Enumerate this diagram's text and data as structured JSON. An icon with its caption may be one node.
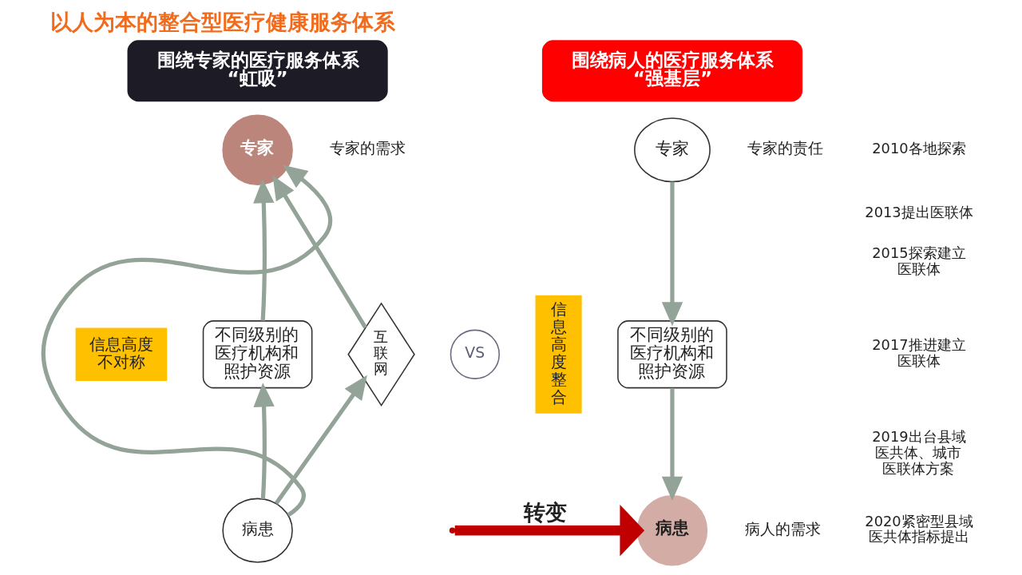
{
  "diagram": {
    "title": "以人为本的整合型医疗健康服务体系",
    "nodes": [
      {
        "text": [
          "围绕专家的医疗服务体系“虹吸”"
        ]
      },
      {
        "text": [
          "专家"
        ],
        "beside": [
          "专家的需求"
        ]
      },
      {
        "text": [
          "信息高度不对称"
        ]
      },
      {
        "text": [
          "不同级别的医疗机构和照护资源"
        ]
      },
      {
        "text": [
          "互联网"
        ]
      },
      {
        "text": [
          "病患"
        ]
      },
      {
        "text": [
          "VS"
        ]
      },
      {
        "text": [
          "围绕病人的医疗服务体系“强基层”"
        ]
      },
      {
        "text": [
          "专家"
        ],
        "beside": [
          "专家的责任"
        ]
      },
      {
        "text": [
          "信息高度整合"
        ]
      },
      {
        "text": [
          "不同级别的医疗机构和照护资源"
        ]
      },
      {
        "text": [
          "病患"
        ],
        "beside": [
          "病人的需求"
        ]
      }
    ],
    "edges": [
      {
        "from": 5,
        "to": 1,
        "arrow": "to"
      },
      {
        "from": 5,
        "to": 3,
        "arrow": "to"
      },
      {
        "from": 3,
        "to": 1,
        "arrow": "to"
      },
      {
        "from": 5,
        "to": 4,
        "arrow": "to"
      },
      {
        "from": 4,
        "to": 1,
        "arrow": "to"
      },
      {
        "from": 8,
        "to": 10,
        "arrow": "to"
      },
      {
        "from": 10,
        "to": 11,
        "arrow": "to"
      },
      {
        "from": null,
        "to": 11,
        "arrow": "to",
        "label": "转变",
        "style": "thick",
        "color": "#c00000"
      }
    ],
    "labels": [
      "2010各地探索",
      "2013提出医联体",
      "2015探索建立医联体",
      "2017推进建立医联体",
      "2019出台县域医共体、城市医联体方案",
      "2020紧密型县域医共体指标提出"
    ]
  }
}
